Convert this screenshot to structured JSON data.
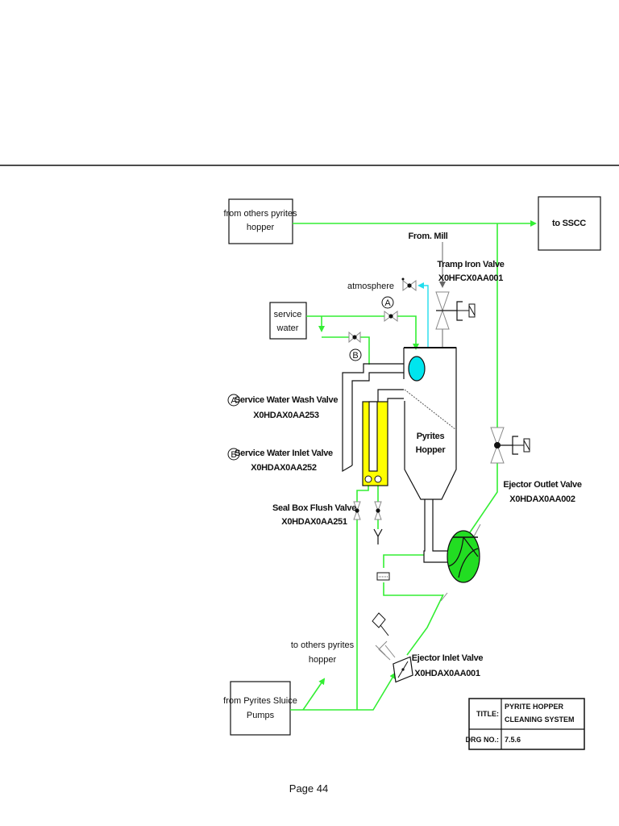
{
  "page": {
    "number_label": "Page 44"
  },
  "boxes": {
    "from_others_hopper": [
      "from others pyrites",
      "hopper"
    ],
    "to_sscc": "to SSCC",
    "service_water": [
      "service",
      "water"
    ],
    "from_sluice_pumps": [
      "from Pyrites Sluice",
      "Pumps"
    ]
  },
  "labels": {
    "from_mill": "From. Mill",
    "atmosphere": "atmosphere",
    "tramp_iron_valve": [
      "Tramp Iron Valve",
      "X0HFCX0AA001"
    ],
    "pyrites_hopper": [
      "Pyrites",
      "Hopper"
    ],
    "ejector_outlet_valve": [
      "Ejector Outlet Valve",
      "X0HDAX0AA002"
    ],
    "seal_box_flush_valve": [
      "Seal Box Flush Valve",
      "X0HDAX0AA251"
    ],
    "to_others_hopper": [
      "to others pyrites",
      "hopper"
    ],
    "ejector_inlet_valve": [
      "Ejector Inlet Valve",
      "X0HDAX0AA001"
    ]
  },
  "legend": [
    {
      "marker": "A",
      "name": "Service Water Wash Valve",
      "code": "X0HDAX0AA253"
    },
    {
      "marker": "B",
      "name": "Service Water Inlet Valve",
      "code": "X0HDAX0AA252"
    }
  ],
  "title_block": {
    "title_label": "TITLE:",
    "title_value": [
      "PYRITE HOPPER",
      "CLEANING SYSTEM"
    ],
    "drg_label": "DRG NO.:",
    "drg_value": "7.5.6"
  },
  "colors": {
    "water_line": "#33ee33",
    "air_line": "#22dded",
    "seal_box": "#ffff00",
    "ejector": "#22dd22",
    "vent_ball": "#00e5ee"
  }
}
